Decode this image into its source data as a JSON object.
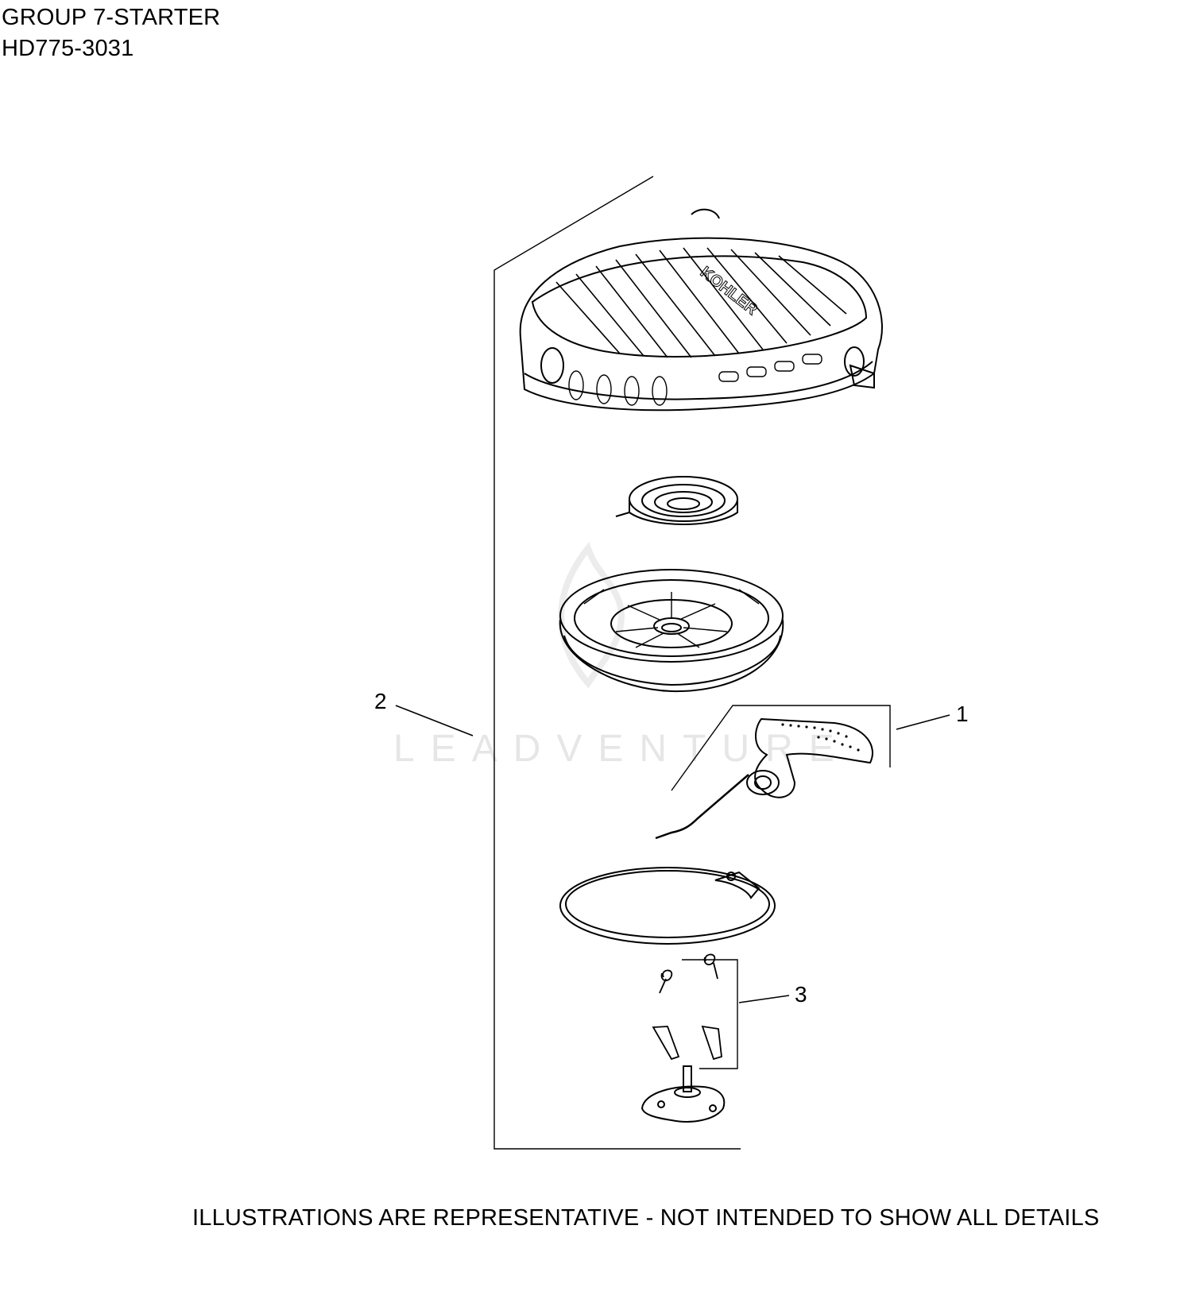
{
  "header": {
    "title": "GROUP 7-STARTER",
    "part_number": "HD775-3031"
  },
  "callouts": [
    {
      "id": "callout-1",
      "label": "1"
    },
    {
      "id": "callout-2",
      "label": "2"
    },
    {
      "id": "callout-3",
      "label": "3"
    }
  ],
  "cover_logo": "KOHLER",
  "watermark": "LEADVENTURE",
  "footer": {
    "disclaimer": "ILLUSTRATIONS ARE REPRESENTATIVE - NOT INTENDED TO SHOW ALL DETAILS"
  }
}
